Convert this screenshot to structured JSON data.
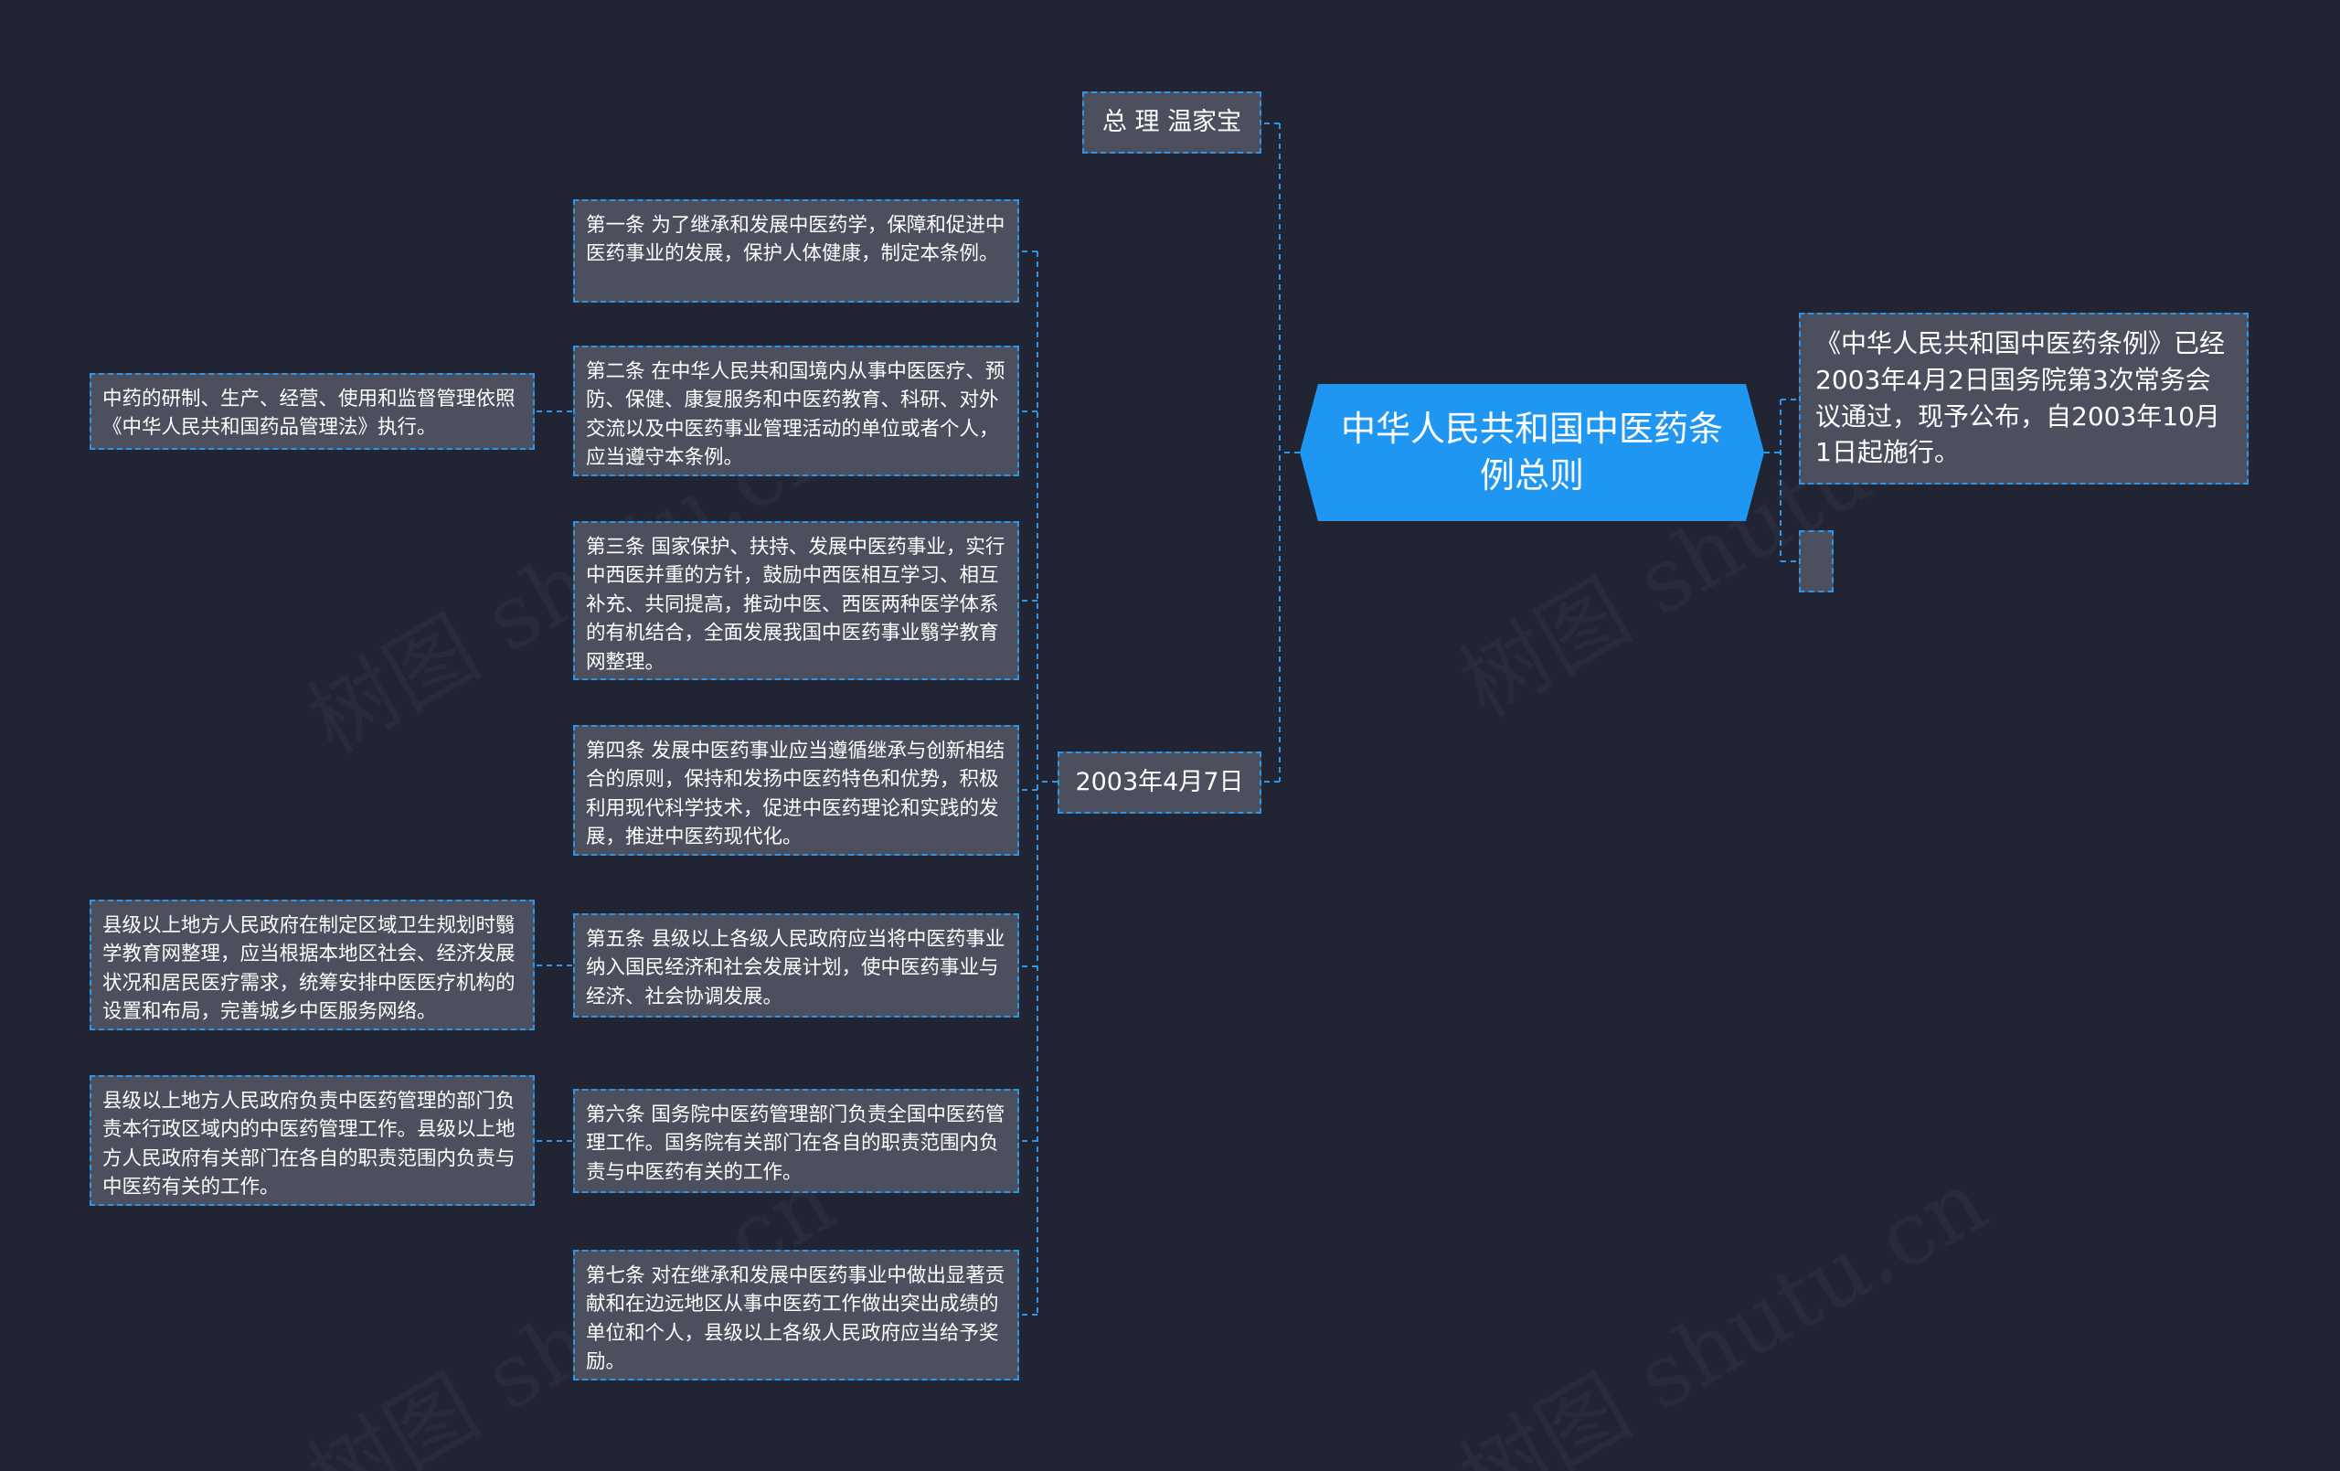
{
  "root": {
    "title": "中华人民共和国中医药条例总则"
  },
  "left": {
    "premier": "总 理 温家宝",
    "date": "2003年4月7日",
    "articles": [
      {
        "text": "第一条 为了继承和发展中医药学，保障和促进中医药事业的发展，保护人体健康，制定本条例。"
      },
      {
        "text": "第二条 在中华人民共和国境内从事中医医疗、预防、保健、康复服务和中医药教育、科研、对外交流以及中医药事业管理活动的单位或者个人，应当遵守本条例。",
        "detail": "中药的研制、生产、经营、使用和监督管理依照《中华人民共和国药品管理法》执行。"
      },
      {
        "text": "第三条 国家保护、扶持、发展中医药事业，实行中西医并重的方针，鼓励中西医相互学习、相互补充、共同提高，推动中医、西医两种医学体系的有机结合，全面发展我国中医药事业翳学教育网整理。"
      },
      {
        "text": "第四条 发展中医药事业应当遵循继承与创新相结合的原则，保持和发扬中医药特色和优势，积极利用现代科学技术，促进中医药理论和实践的发展，推进中医药现代化。"
      },
      {
        "text": "第五条 县级以上各级人民政府应当将中医药事业纳入国民经济和社会发展计划，使中医药事业与经济、社会协调发展。",
        "detail": "县级以上地方人民政府在制定区域卫生规划时翳学教育网整理，应当根据本地区社会、经济发展状况和居民医疗需求，统筹安排中医医疗机构的设置和布局，完善城乡中医服务网络。"
      },
      {
        "text": "第六条 国务院中医药管理部门负责全国中医药管理工作。国务院有关部门在各自的职责范围内负责与中医药有关的工作。",
        "detail": "县级以上地方人民政府负责中医药管理的部门负责本行政区域内的中医药管理工作。县级以上地方人民政府有关部门在各自的职责范围内负责与中医药有关的工作。"
      },
      {
        "text": "第七条 对在继承和发展中医药事业中做出显著贡献和在边远地区从事中医药工作做出突出成绩的单位和个人，县级以上各级人民政府应当给予奖励。"
      }
    ]
  },
  "right": {
    "announcement": "《中华人民共和国中医药条例》已经2003年4月2日国务院第3次常务会议通过，现予公布，自2003年10月1日起施行。",
    "empty": ""
  },
  "colors": {
    "background": "#212433",
    "node_fill": "#4b4f5e",
    "node_border": "#2f95e6",
    "root_fill": "#1f97f2",
    "connector": "#2f95e6"
  }
}
